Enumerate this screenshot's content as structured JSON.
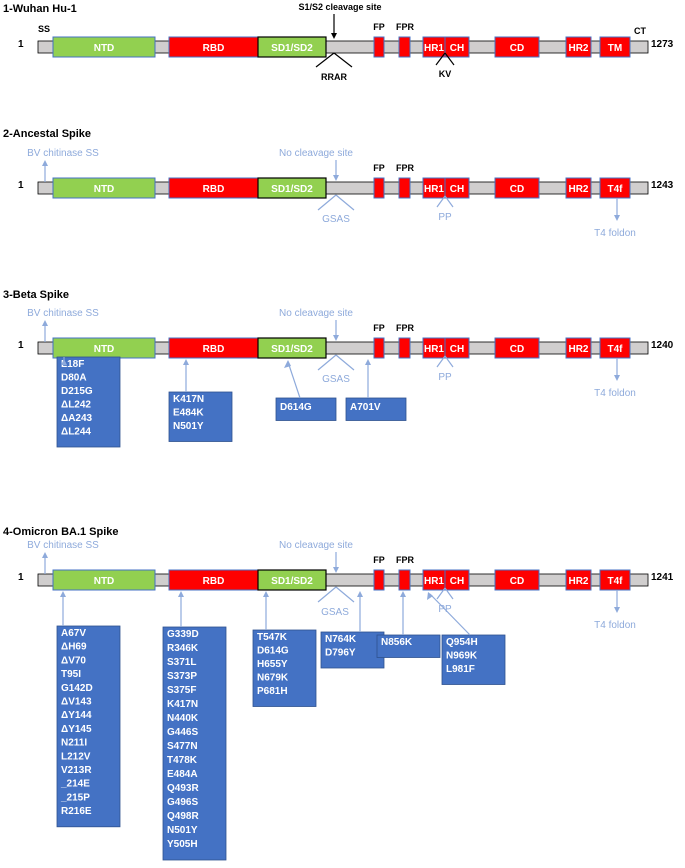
{
  "colors": {
    "domain_green": "#92d050",
    "domain_red": "#ff0000",
    "bar": "#d0cece",
    "annot": "#8eaadb",
    "mut_box": "#4472c4"
  },
  "panels": [
    {
      "title": "1-Wuhan Hu-1",
      "start": "1",
      "end": "1273",
      "domains": [
        "NTD",
        "RBD",
        "SD1/SD2",
        "",
        "",
        "HR1",
        "CH",
        "CD",
        "HR2",
        "TM"
      ],
      "labels": {
        "ss": "SS",
        "cleavage": "S1/S2 cleavage site",
        "fp": "FP",
        "fpr": "FPR",
        "ct": "CT",
        "rrar": "RRAR",
        "kv": "KV"
      }
    },
    {
      "title": "2-Ancestal Spike",
      "start": "1",
      "end": "1243",
      "domains": [
        "NTD",
        "RBD",
        "SD1/SD2",
        "",
        "",
        "HR1",
        "CH",
        "CD",
        "HR2",
        "T4f"
      ],
      "labels": {
        "bv": "BV chitinase SS",
        "nocleave": "No cleavage site",
        "fp": "FP",
        "fpr": "FPR",
        "gsas": "GSAS",
        "pp": "PP",
        "foldon": "T4 foldon"
      }
    },
    {
      "title": "3-Beta Spike",
      "start": "1",
      "end": "1240",
      "domains": [
        "NTD",
        "RBD",
        "SD1/SD2",
        "",
        "",
        "HR1",
        "CH",
        "CD",
        "HR2",
        "T4f"
      ],
      "labels": {
        "bv": "BV chitinase SS",
        "nocleave": "No cleavage site",
        "fp": "FP",
        "fpr": "FPR",
        "gsas": "GSAS",
        "pp": "PP",
        "foldon": "T4 foldon"
      },
      "mutations": [
        [
          "L18F",
          "D80A",
          "D215G",
          "ΔL242",
          "ΔA243",
          "ΔL244"
        ],
        [
          "K417N",
          "E484K",
          "N501Y"
        ],
        [
          "D614G"
        ],
        [
          "A701V"
        ]
      ]
    },
    {
      "title": "4-Omicron BA.1 Spike",
      "start": "1",
      "end": "1241",
      "domains": [
        "NTD",
        "RBD",
        "SD1/SD2",
        "",
        "",
        "HR1",
        "CH",
        "CD",
        "HR2",
        "T4f"
      ],
      "labels": {
        "bv": "BV chitinase SS",
        "nocleave": "No cleavage site",
        "fp": "FP",
        "fpr": "FPR",
        "gsas": "GSAS",
        "pp": "PP",
        "foldon": "T4 foldon"
      },
      "mutations": [
        [
          "A67V",
          "ΔH69",
          "ΔV70",
          "T95I",
          "G142D",
          "ΔV143",
          "ΔY144",
          "ΔY145",
          "N211I",
          "L212V",
          "V213R",
          "_214E",
          "_215P",
          "R216E"
        ],
        [
          "G339D",
          "R346K",
          "S371L",
          "S373P",
          "S375F",
          "K417N",
          "N440K",
          "G446S",
          "S477N",
          "T478K",
          "E484A",
          "Q493R",
          "G496S",
          "Q498R",
          "N501Y",
          "Y505H"
        ],
        [
          "T547K",
          "D614G",
          "H655Y",
          "N679K",
          "P681H"
        ],
        [
          "N764K",
          "D796Y"
        ],
        [
          "N856K"
        ],
        [
          "Q954H",
          "N969K",
          "L981F"
        ]
      ]
    }
  ]
}
